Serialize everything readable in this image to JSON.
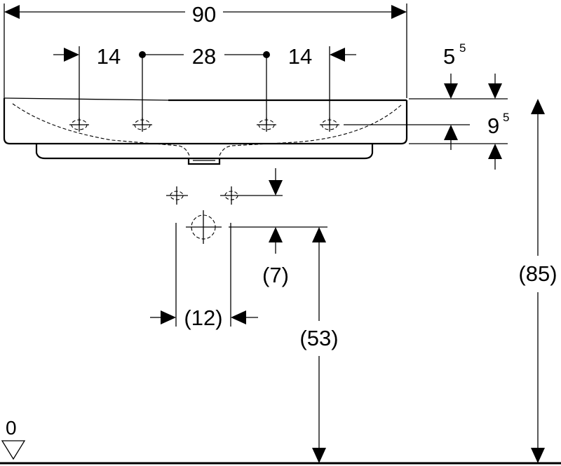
{
  "diagram": {
    "dimensions": {
      "overall_width": "90",
      "tap_offset_left": "14",
      "tap_spacing": "28",
      "tap_offset_right": "14",
      "rim_thickness": "5",
      "rim_thickness_sup": "5",
      "tap_hole_depth": "9",
      "tap_hole_depth_sup": "5",
      "waste_drop": "(7)",
      "waste_spacing": "(12)",
      "waste_height": "(53)",
      "total_height": "(85)",
      "floor_level": "0"
    }
  }
}
